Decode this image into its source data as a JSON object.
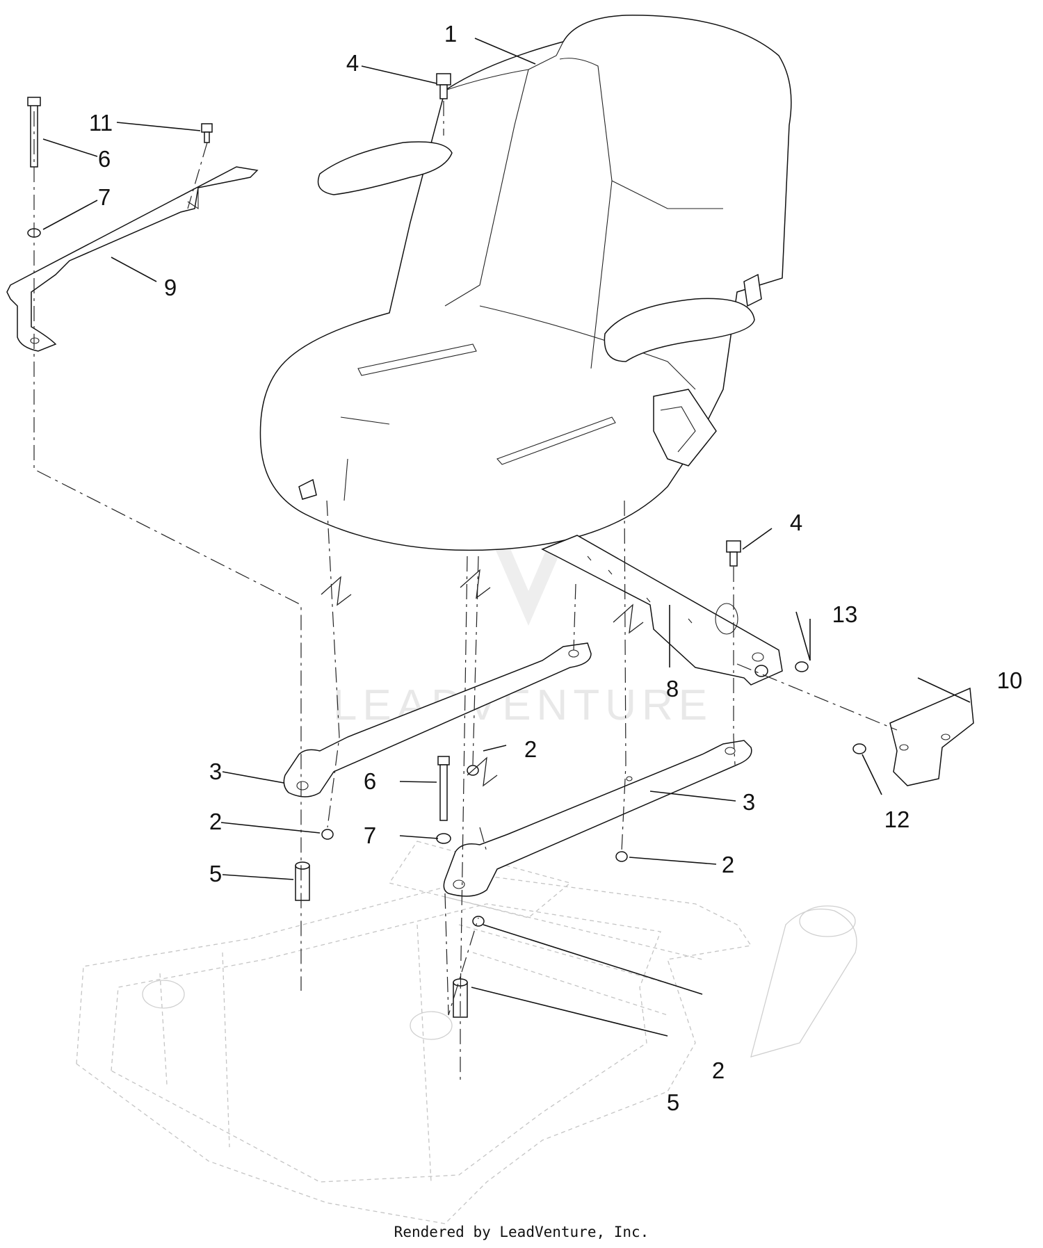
{
  "diagram": {
    "callouts": [
      {
        "id": "c1",
        "label": "1"
      },
      {
        "id": "c4a",
        "label": "4"
      },
      {
        "id": "c11",
        "label": "11"
      },
      {
        "id": "c6a",
        "label": "6"
      },
      {
        "id": "c7a",
        "label": "7"
      },
      {
        "id": "c9",
        "label": "9"
      },
      {
        "id": "c4b",
        "label": "4"
      },
      {
        "id": "c13",
        "label": "13"
      },
      {
        "id": "c8",
        "label": "8"
      },
      {
        "id": "c10",
        "label": "10"
      },
      {
        "id": "c3a",
        "label": "3"
      },
      {
        "id": "c6b",
        "label": "6"
      },
      {
        "id": "c2a",
        "label": "2"
      },
      {
        "id": "c3b",
        "label": "3"
      },
      {
        "id": "c12",
        "label": "12"
      },
      {
        "id": "c2b",
        "label": "2"
      },
      {
        "id": "c7b",
        "label": "7"
      },
      {
        "id": "c2c",
        "label": "2"
      },
      {
        "id": "c5a",
        "label": "5"
      },
      {
        "id": "c2d",
        "label": "2"
      },
      {
        "id": "c5b",
        "label": "5"
      }
    ],
    "watermark": "LEADVENTURE"
  },
  "footer": {
    "text": "Rendered by LeadVenture, Inc."
  }
}
